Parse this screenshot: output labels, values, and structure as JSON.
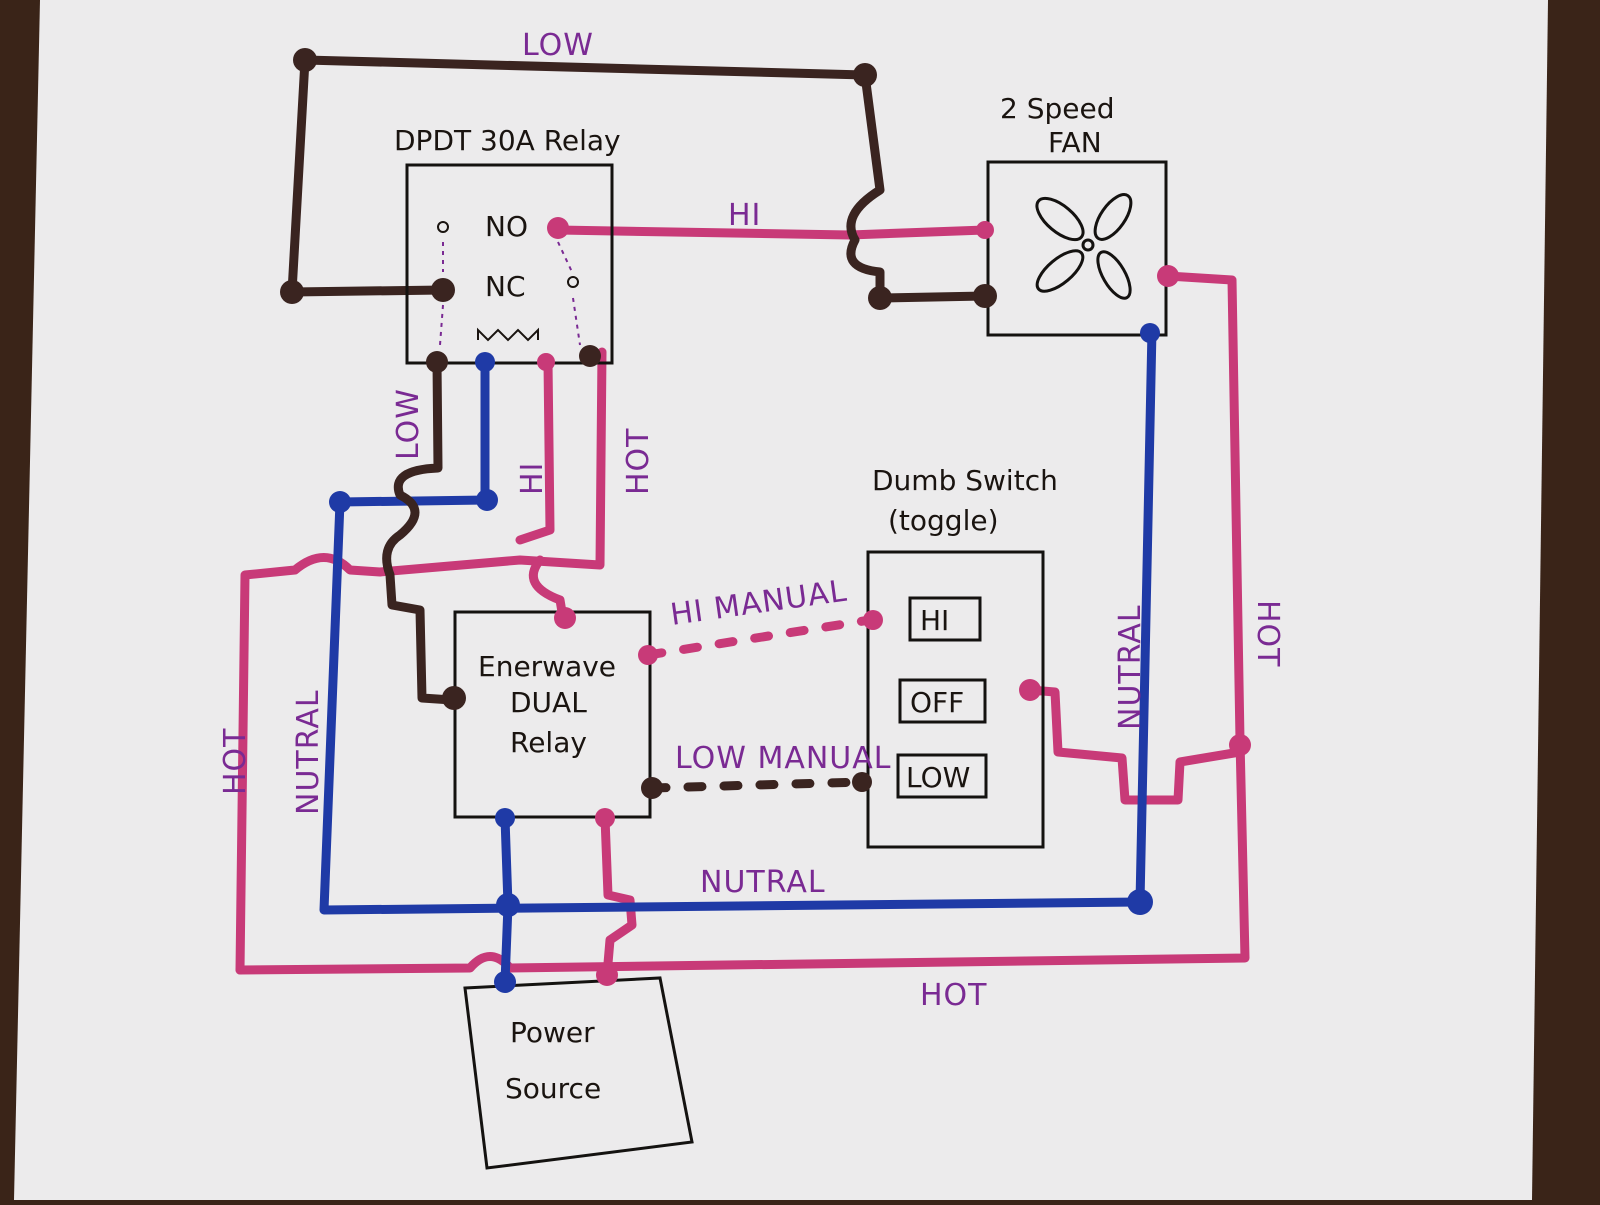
{
  "colors": {
    "hot": "#c83a78",
    "neutral": "#1f3aa6",
    "low": "#3a2420",
    "ink": "#141210",
    "label": "#7a2a93",
    "paper": "#ecebec",
    "table": "#3a2418"
  },
  "components": {
    "dpdt_relay": {
      "title": "DPDT 30A Relay",
      "no": "NO",
      "nc": "NC"
    },
    "fan": {
      "title_line1": "2 Speed",
      "title_line2": "FAN",
      "icon": "fan-icon"
    },
    "enerwave": {
      "line1": "Enerwave",
      "line2": "DUAL",
      "line3": "Relay"
    },
    "switch": {
      "title_line1": "Dumb Switch",
      "title_line2": "(toggle)",
      "hi": "HI",
      "off": "OFF",
      "low": "LOW"
    },
    "power": {
      "line1": "Power",
      "line2": "Source"
    }
  },
  "labels": {
    "low_top": "LOW",
    "hi_top": "HI",
    "low_vertical": "LOW",
    "hi_vertical": "HI",
    "hot_vertical": "HOT",
    "hot_left": "HOT",
    "nutral_left": "NUTRAL",
    "nutral_right": "NUTRAL",
    "hot_right": "HOT",
    "hi_manual": "HI MANUAL",
    "low_manual": "LOW MANUAL",
    "nutral_bottom": "NUTRAL",
    "hot_bottom": "HOT"
  }
}
